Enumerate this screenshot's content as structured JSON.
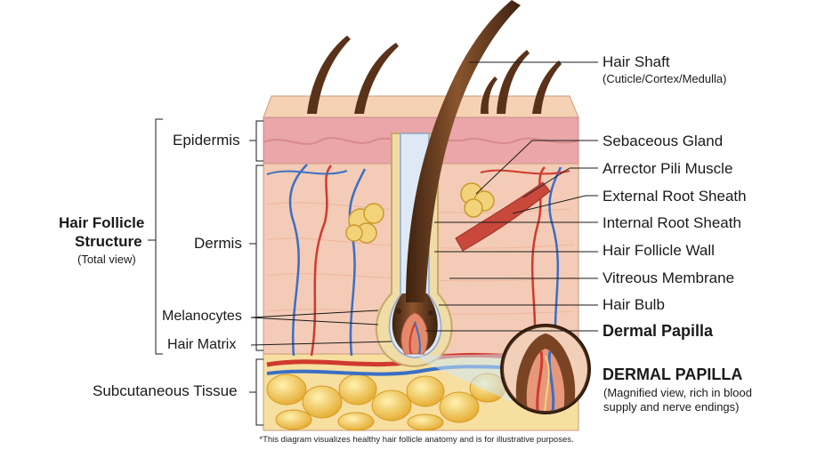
{
  "left_labels": {
    "structure_title_1": "Hair Follicle",
    "structure_title_2": "Structure",
    "structure_sub": "(Total view)",
    "epidermis": "Epidermis",
    "dermis": "Dermis",
    "melanocytes": "Melanocytes",
    "hair_matrix": "Hair Matrix",
    "subcutaneous": "Subcutaneous Tissue"
  },
  "right_labels": {
    "hair_shaft": "Hair Shaft",
    "hair_shaft_sub": "(Cuticle/Cortex/Medulla)",
    "sebaceous_gland": "Sebaceous Gland",
    "arrector_pili": "Arrector Pili Muscle",
    "external_root_sheath": "External Root Sheath",
    "internal_root_sheath": "Internal Root Sheath",
    "follicle_wall": "Hair Follicle Wall",
    "vitreous_membrane": "Vitreous Membrane",
    "hair_bulb": "Hair Bulb",
    "dermal_papilla": "Dermal Papilla"
  },
  "inset": {
    "title": "DERMAL PAPILLA",
    "desc_1": "(Magnified view, rich in blood",
    "desc_2": "supply and nerve endings)"
  },
  "footnote": "*This diagram visualizes healthy hair follicle anatomy and is for illustrative purposes.",
  "colors": {
    "skin_surface": "#f3c9a8",
    "epidermis": "#eaa4a6",
    "dermis": "#f4c8b2",
    "fat": "#f2c44a",
    "hair": "#6b3e22",
    "artery": "#d03a2e",
    "vein": "#3a6fc4"
  }
}
